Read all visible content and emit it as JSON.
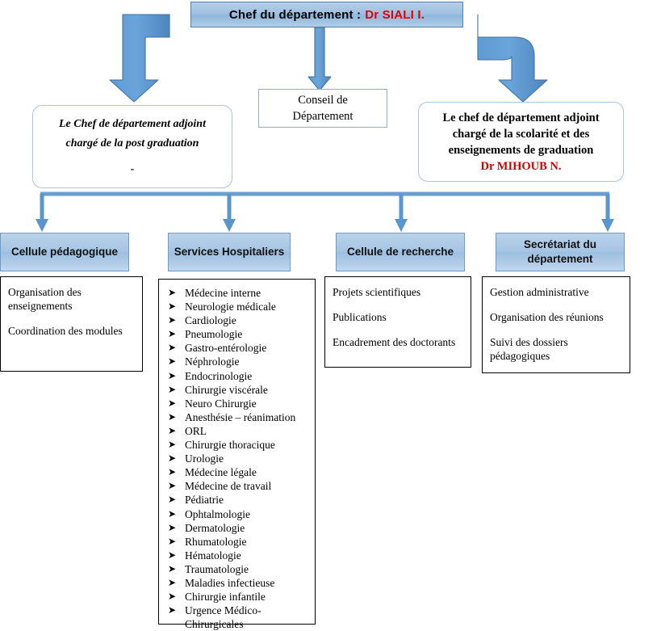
{
  "header": {
    "title_prefix": "Chef du département :",
    "title_name": "Dr SIALI I."
  },
  "council": {
    "line1": "Conseil de",
    "line2": "Département"
  },
  "deputies": {
    "left": {
      "line1": "Le Chef de département adjoint",
      "line2": "chargé de la post graduation",
      "name": "-"
    },
    "right": {
      "line1": "Le chef de département adjoint",
      "line2": "chargé de la scolarité et des",
      "line3": "enseignements de graduation",
      "name": "Dr MIHOUB N."
    }
  },
  "columns": [
    {
      "header": "Cellule pédagogique",
      "paragraphs": [
        "Organisation des enseignements",
        "Coordination des modules"
      ]
    },
    {
      "header": "Services Hospitaliers",
      "items": [
        "Médecine interne",
        "Neurologie médicale",
        "Cardiologie",
        "Pneumologie",
        "Gastro-entérologie",
        "Néphrologie",
        "Endocrinologie",
        "Chirurgie viscérale",
        "Neuro Chirurgie",
        "Anesthésie – réanimation",
        "ORL",
        "Chirurgie thoracique",
        "Urologie",
        "Médecine légale",
        "Médecine de travail",
        "Pédiatrie",
        "Ophtalmologie",
        "Dermatologie",
        "Rhumatologie",
        "Hématologie",
        "Traumatologie",
        "Maladies infectieuse",
        "Chirurgie infantile",
        "Urgence Médico-"
      ],
      "last_item_continuation": "Chirurgicales",
      "bullet_glyph": "➤"
    },
    {
      "header": "Cellule de recherche",
      "paragraphs": [
        "Projets scientifiques",
        "Publications",
        "Encadrement des doctorants"
      ]
    },
    {
      "header": "Secrétariat du département",
      "header_line1": "Secrétariat du",
      "header_line2": "département",
      "paragraphs": [
        "Gestion administrative",
        "Organisation des réunions",
        "Suivi des dossiers pédagogiques"
      ]
    }
  ],
  "colors": {
    "accent_blue": "#4e80b5",
    "fill_blue": "#a6c5e3",
    "arrow_blue": "#5b9bd5",
    "arrow_stroke": "#3d6ea0",
    "red_text": "#e60000",
    "thin_connector": "#6c9fd0"
  }
}
